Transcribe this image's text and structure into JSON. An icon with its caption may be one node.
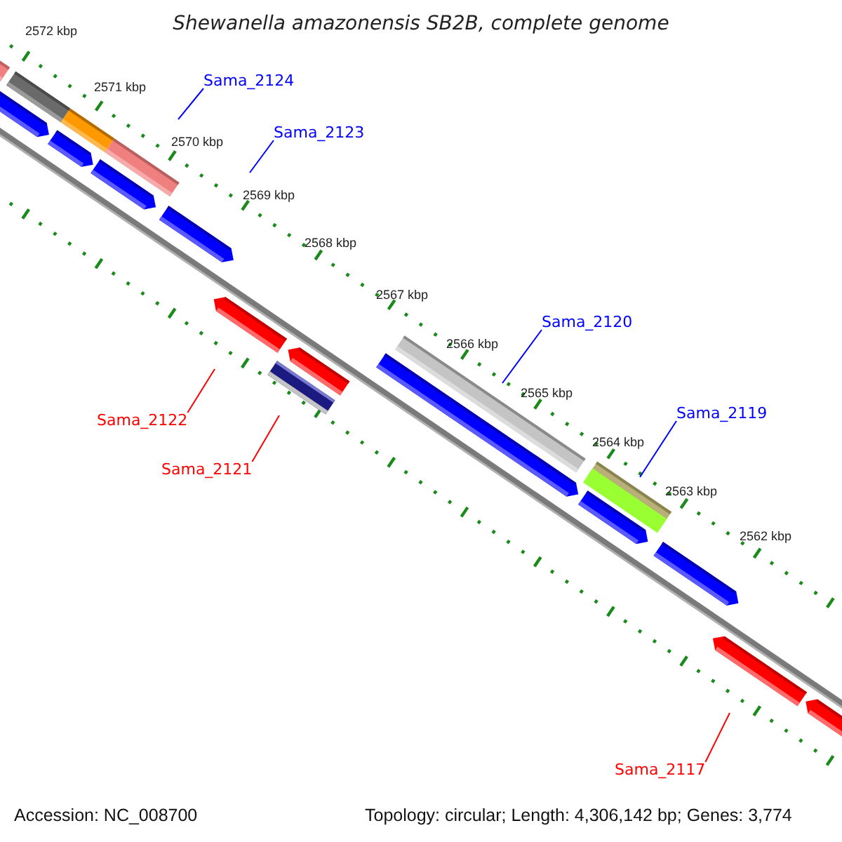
{
  "diagram": {
    "title": "Shewanella amazonensis SB2B, complete genome",
    "nodes": [
      {
        "text": [
          "Sama_2124"
        ]
      },
      {
        "text": [
          "Sama_2123"
        ]
      },
      {
        "text": [
          "Sama_2120"
        ]
      },
      {
        "text": [
          "Sama_2119"
        ]
      },
      {
        "text": [
          "Sama_2122"
        ]
      },
      {
        "text": [
          "Sama_2121"
        ]
      },
      {
        "text": [
          "Sama_2117"
        ]
      }
    ],
    "edges": [
      {
        "from": 0,
        "to": null,
        "arrow": "none"
      },
      {
        "from": 1,
        "to": null,
        "arrow": "none"
      },
      {
        "from": 2,
        "to": null,
        "arrow": "none"
      },
      {
        "from": 3,
        "to": null,
        "arrow": "none"
      },
      {
        "from": 4,
        "to": null,
        "arrow": "none",
        "color": "#ff0000"
      },
      {
        "from": 5,
        "to": null,
        "arrow": "none",
        "color": "#ff0000"
      },
      {
        "from": 6,
        "to": null,
        "arrow": "none",
        "color": "#ff0000"
      }
    ],
    "labels": [
      "2572 kbp",
      "2571 kbp",
      "2570 kbp",
      "2569 kbp",
      "2568 kbp",
      "2567 kbp",
      "2566 kbp",
      "2565 kbp",
      "2564 kbp",
      "2563 kbp",
      "2562 kbp",
      "Accession: NC_008700",
      "Topology: circular; Length: 4,306,142 bp; Genes: 3,774"
    ]
  }
}
